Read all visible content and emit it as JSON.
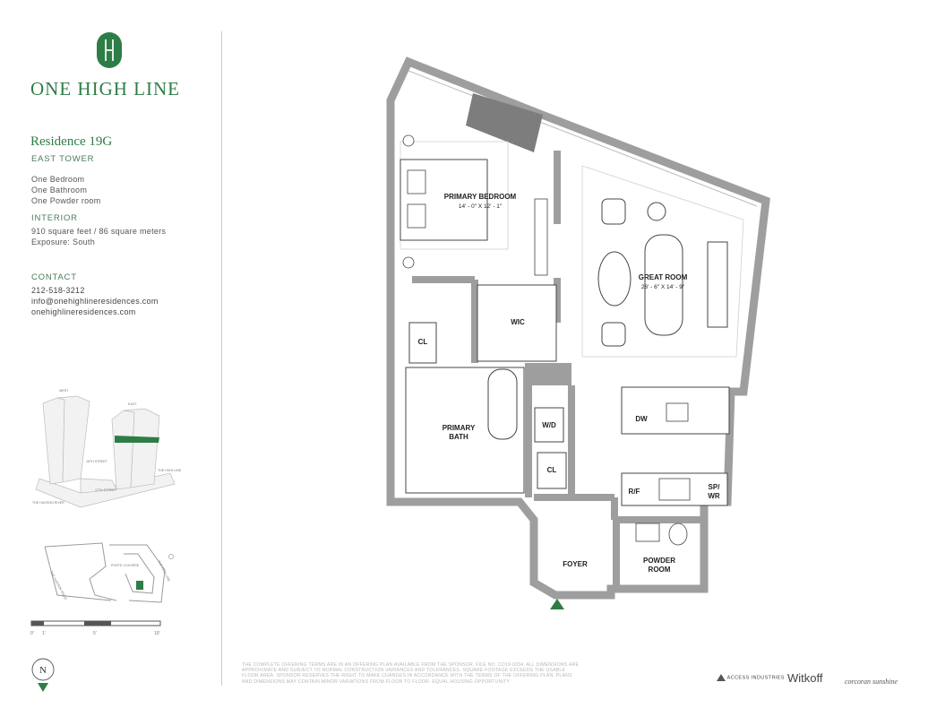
{
  "brand": {
    "name": "ONE HIGH LINE"
  },
  "residence": {
    "title": "Residence 19G",
    "tower": "EAST TOWER"
  },
  "layout": {
    "line1": "One Bedroom",
    "line2": "One Bathroom",
    "line3": "One Powder room"
  },
  "interior": {
    "heading": "INTERIOR",
    "size": "910 square feet / 86 square meters",
    "exposure": "Exposure: South"
  },
  "contact": {
    "heading": "CONTACT",
    "phone": "212-518-3212",
    "email": "info@onehighlineresidences.com",
    "web": "onehighlineresidences.com"
  },
  "massing": {
    "west": "WEST",
    "east": "EAST",
    "street": "18TH STREET",
    "highline": "THE HIGH LINE",
    "river": "THE HUDSON RIVER",
    "street2": "17TH STREET"
  },
  "sitemap": {
    "river": "THE HUDSON RIVER",
    "highline": "THE HIGH LINE",
    "court": "PORTE COCHERE"
  },
  "scale": {
    "t0": "0'",
    "t1": "1'",
    "t5": "5'",
    "t10": "10'"
  },
  "compass": {
    "letter": "N"
  },
  "rooms": {
    "bedroom": "PRIMARY BEDROOM",
    "bedroom_dim": "14' - 0\" X 12' - 1\"",
    "great": "GREAT ROOM",
    "great_dim": "26' - 6\" X 14' - 9\"",
    "wic": "WIC",
    "cl1": "CL",
    "cl2": "CL",
    "bath1": "PRIMARY",
    "bath2": "BATH",
    "wd": "W/D",
    "dw": "DW",
    "rf": "R/F",
    "spwr1": "SP/",
    "spwr2": "WR",
    "foyer": "FOYER",
    "powder1": "POWDER",
    "powder2": "ROOM"
  },
  "fineprint": "THE COMPLETE OFFERING TERMS ARE IN AN OFFERING PLAN AVAILABLE FROM THE SPONSOR. FILE NO. CD19-0334. ALL DIMENSIONS ARE APPROXIMATE AND SUBJECT TO NORMAL CONSTRUCTION VARIANCES AND TOLERANCES. SQUARE FOOTAGE EXCEEDS THE USABLE FLOOR AREA. SPONSOR RESERVES THE RIGHT TO MAKE CHANGES IN ACCORDANCE WITH THE TERMS OF THE OFFERING PLAN. PLANS AND DIMENSIONS MAY CONTAIN MINOR VARIATIONS FROM FLOOR TO FLOOR. EQUAL HOUSING OPPORTUNITY",
  "partners": {
    "access": "ACCESS INDUSTRIES",
    "witkoff": "Witkoff",
    "corcoran": "corcoran sunshine"
  },
  "colors": {
    "brand_green": "#2e7d46",
    "wall": "#9e9e9e",
    "dark_wall": "#7d7d7d"
  }
}
